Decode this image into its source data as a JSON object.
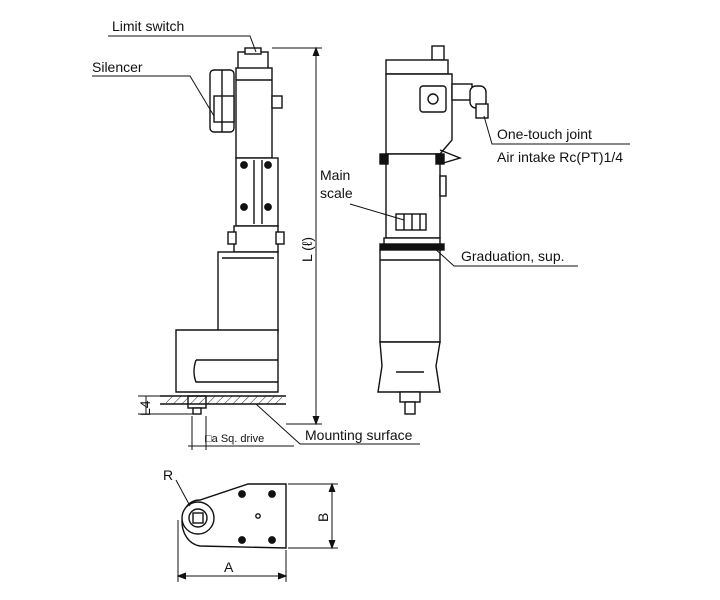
{
  "labels": {
    "limit_switch": "Limit switch",
    "silencer": "Silencer",
    "one_touch_joint": "One-touch joint",
    "air_intake": "Air intake Rc(PT)1/4",
    "main_scale_line1": "Main",
    "main_scale_line2": "scale",
    "graduation": "Graduation, sup.",
    "length_dim": "L (ℓ)",
    "l4_dim": "L4",
    "sq_drive": "□a Sq. drive",
    "mounting_surface": "Mounting surface",
    "r_dim": "R",
    "a_dim": "A",
    "b_dim": "B"
  }
}
